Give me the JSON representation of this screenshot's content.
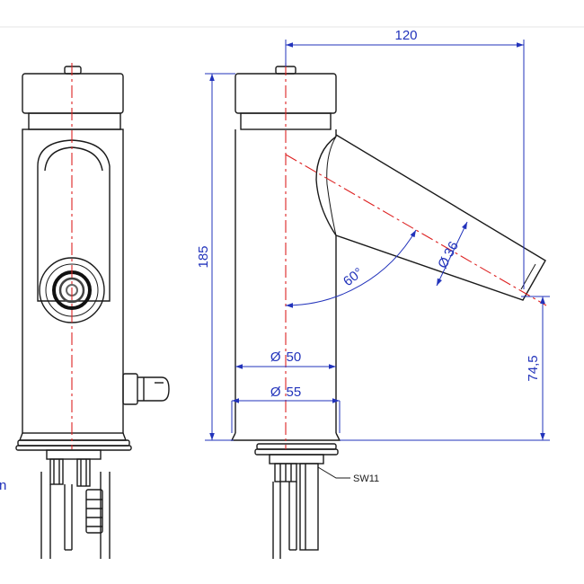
{
  "colors": {
    "outline": "#1a1a1a",
    "dimension": "#2233bb",
    "centerline": "#dd2222",
    "background": "#ffffff"
  },
  "dimensions": {
    "width_spout": "120",
    "height_total": "185",
    "spout_height": "74,5",
    "angle": "60°",
    "spout_diameter": "36",
    "body_diameter_upper": "50",
    "body_diameter_lower": "55",
    "diameter_symbol": "Ø"
  },
  "labels": {
    "wrench_size": "SW11",
    "edge_fragment": "n"
  }
}
